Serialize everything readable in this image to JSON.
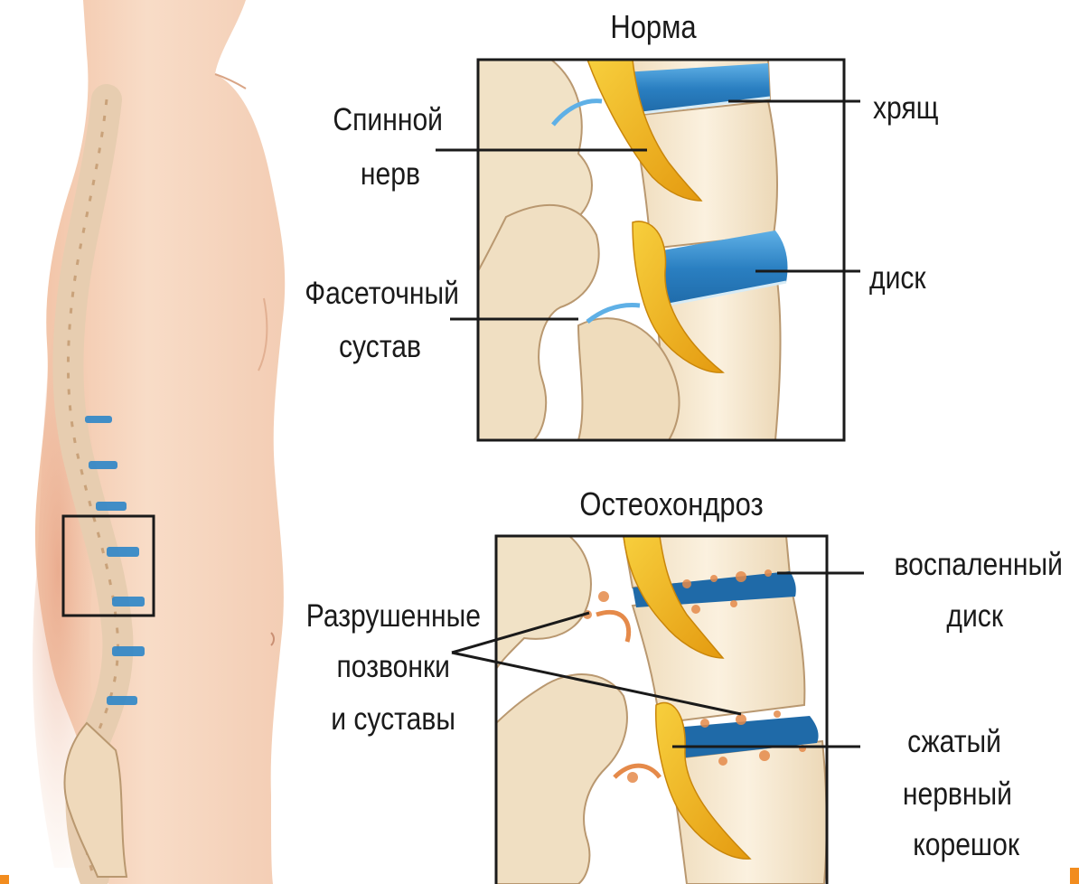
{
  "panels": {
    "normal": {
      "title": "Норма"
    },
    "osteo": {
      "title": "Остеохондроз"
    }
  },
  "labels": {
    "spinal_nerve": [
      "Спинной",
      "нерв"
    ],
    "facet_joint": [
      "Фасеточный",
      "сустав"
    ],
    "cartilage": "хрящ",
    "disc": "диск",
    "inflamed_disc": [
      "воспаленный",
      "диск"
    ],
    "destroyed": [
      "Разрушенные",
      "позвонки",
      "и суставы"
    ],
    "compressed_root": [
      "сжатый",
      "нервный",
      "корешок"
    ]
  },
  "colors": {
    "skin": "#f6d6bf",
    "skin_shadow": "#e9a98a",
    "bone": "#f4e6cc",
    "bone_outline": "#b99870",
    "disc_blue": "#2e86c8",
    "nerve_yellow": "#f0b21c",
    "inflamed": "#e58a4a",
    "frame": "#1a1a1a",
    "accent_orange": "#f28c1e"
  }
}
